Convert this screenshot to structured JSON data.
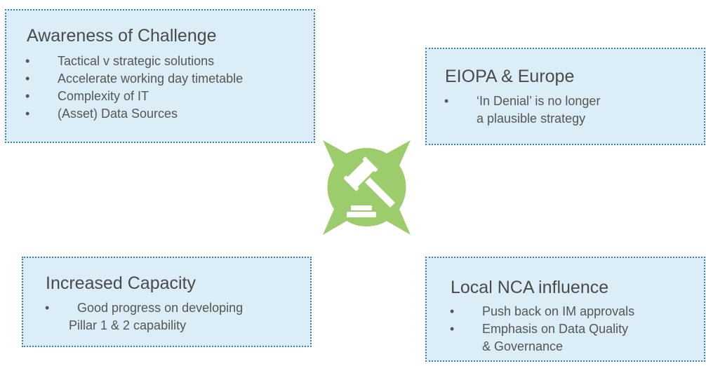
{
  "boxes": {
    "awareness": {
      "title": "Awareness of Challenge",
      "bullets": [
        {
          "text": "Tactical v strategic solutions"
        },
        {
          "text": "Accelerate working day timetable"
        },
        {
          "text": "Complexity of IT"
        },
        {
          "text": "(Asset) Data Sources"
        }
      ]
    },
    "eiopa": {
      "title": "EIOPA & Europe",
      "bullets": [
        {
          "text": "‘In Denial’ is no longer",
          "continuation": "a plausible strategy"
        }
      ]
    },
    "capacity": {
      "title": "Increased Capacity",
      "bullets": [
        {
          "text": "Good progress on developing",
          "continuation": "Pillar 1 & 2  capability"
        }
      ]
    },
    "nca": {
      "title": "Local NCA influence",
      "bullets": [
        {
          "text": "Push back on IM approvals"
        },
        {
          "text": "Emphasis on Data Quality",
          "continuation": "& Governance"
        }
      ]
    }
  },
  "bullet_char": "•",
  "center": {
    "icon": "gavel-icon",
    "color": "#9ccc6b"
  },
  "colors": {
    "box_fill": "#dbeef7",
    "box_border": "#3f7fb0",
    "icon_fill": "#9ccc6b",
    "icon_glyph": "#ffffff"
  }
}
